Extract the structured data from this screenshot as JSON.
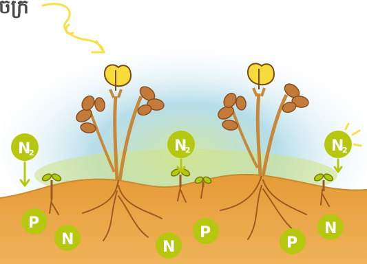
{
  "header": {
    "partial_text": "ចក្រ"
  },
  "atmosphere": [
    {
      "element": "N",
      "subscript": "2"
    },
    {
      "element": "N",
      "subscript": "2"
    },
    {
      "element": "N",
      "subscript": "2"
    }
  ],
  "soil_nutrients": [
    "P",
    "N",
    "N",
    "P",
    "P",
    "N"
  ],
  "colors": {
    "nutrient_bubble": "#b5c80f",
    "soil": "#e9a646",
    "stem": "#c7883a",
    "leaf": "#c27b3a",
    "flower": "#f7db3b",
    "sky": "#9fd0e8",
    "grass": "#c7de7f"
  },
  "icons": [
    "sun-ray-arrow-icon",
    "down-arrow-icon",
    "sparkle-icon"
  ]
}
